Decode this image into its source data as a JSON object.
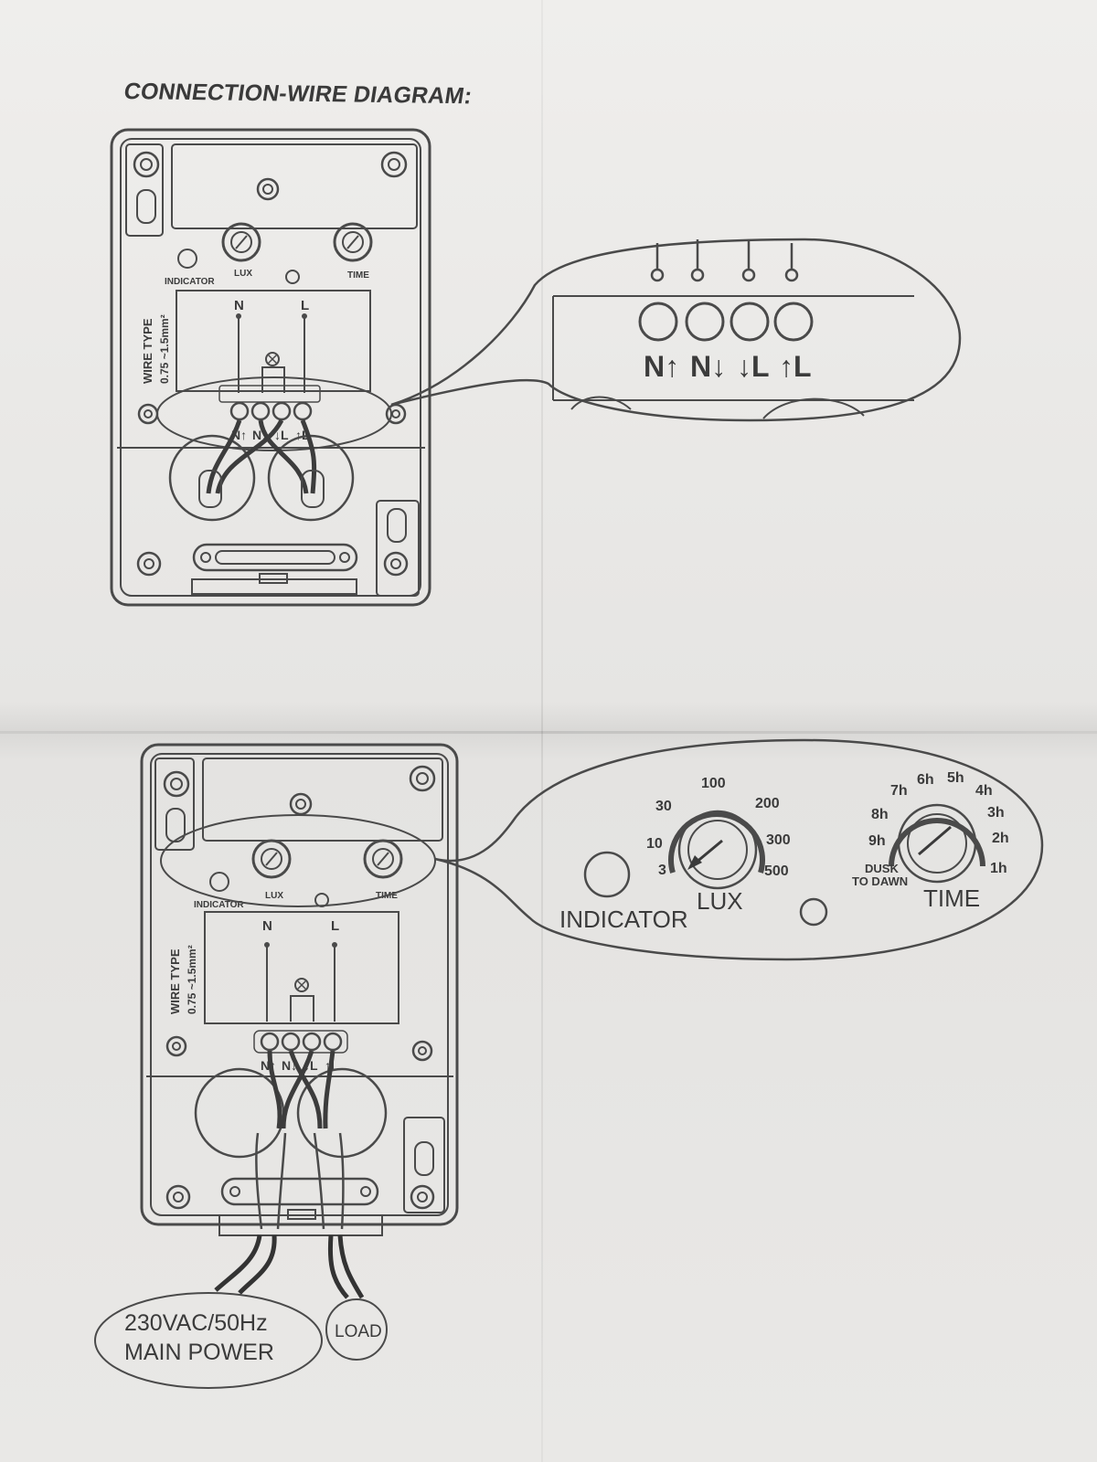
{
  "title": "CONNECTION-WIRE DIAGRAM:",
  "device": {
    "indicator_label": "INDICATOR",
    "lux_label": "LUX",
    "time_label": "TIME",
    "wire_type_line1": "WIRE TYPE",
    "wire_type_line2": "0.75 ~1.5mm²",
    "terminal_top_n": "N",
    "terminal_top_l": "L",
    "terminals": [
      "N↑",
      "N↓",
      "↓L",
      "↑L"
    ]
  },
  "lux_dial": {
    "label": "LUX",
    "ticks": [
      "3",
      "10",
      "30",
      "100",
      "200",
      "300",
      "500"
    ]
  },
  "time_dial": {
    "label": "TIME",
    "ticks": [
      "DUSK TO DAWN",
      "9h",
      "8h",
      "7h",
      "6h",
      "5h",
      "4h",
      "3h",
      "2h",
      "1h"
    ],
    "dusk_line1": "DUSK",
    "dusk_line2": "TO DAWN"
  },
  "power": {
    "line1": "230VAC/50Hz",
    "line2": "MAIN POWER"
  },
  "load_label": "LOAD",
  "colors": {
    "ink": "#4a4a4a",
    "paper": "#e9e8e6"
  }
}
